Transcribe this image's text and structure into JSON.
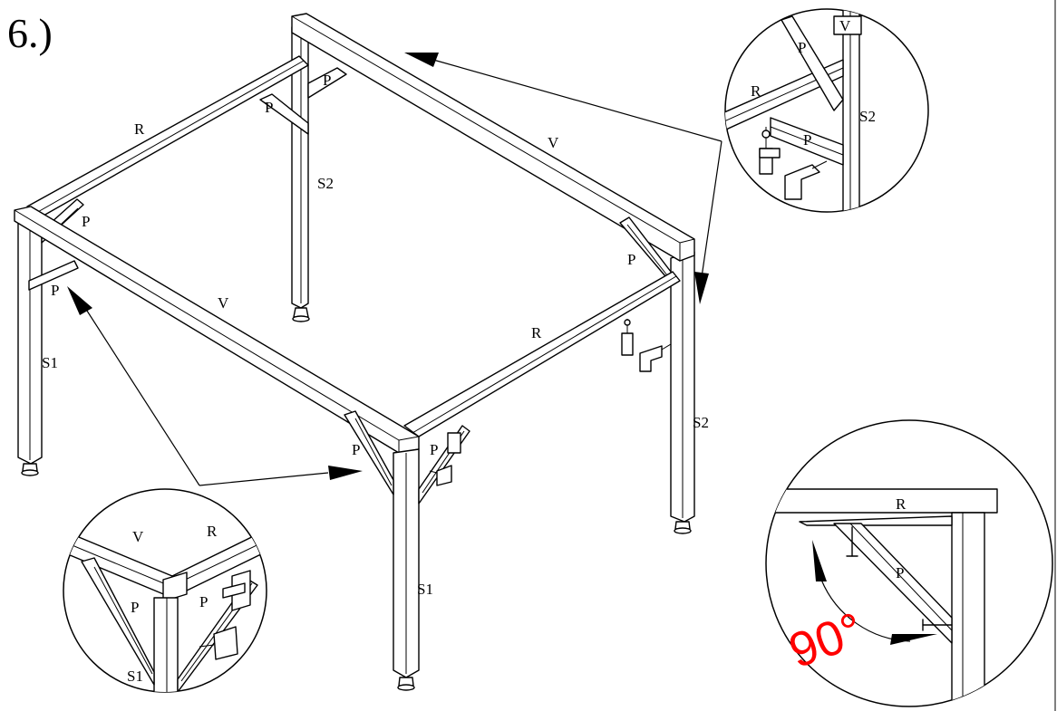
{
  "step_label": "6.)",
  "main": {
    "labels": {
      "rail_left": "R",
      "rail_front": "R",
      "beam_front": "V",
      "beam_back": "V",
      "post_front_left": "S1",
      "post_front_right": "S1",
      "post_back_left": "S2",
      "post_back_right": "S2",
      "brace_back_1": "P",
      "brace_back_2": "P",
      "brace_left_1": "P",
      "brace_left_2": "P",
      "brace_right": "P",
      "brace_center_1": "P",
      "brace_center_2": "P"
    }
  },
  "detail_top_right": {
    "rail": "R",
    "beam": "V",
    "brace_1": "P",
    "brace_2": "P",
    "post": "S2"
  },
  "detail_bottom_left": {
    "beam": "V",
    "rail": "R",
    "brace_1": "P",
    "brace_2": "P",
    "post": "S1"
  },
  "detail_bottom_right": {
    "rail": "R",
    "brace": "P",
    "angle": "90°",
    "angle_color": "#ff0000"
  }
}
